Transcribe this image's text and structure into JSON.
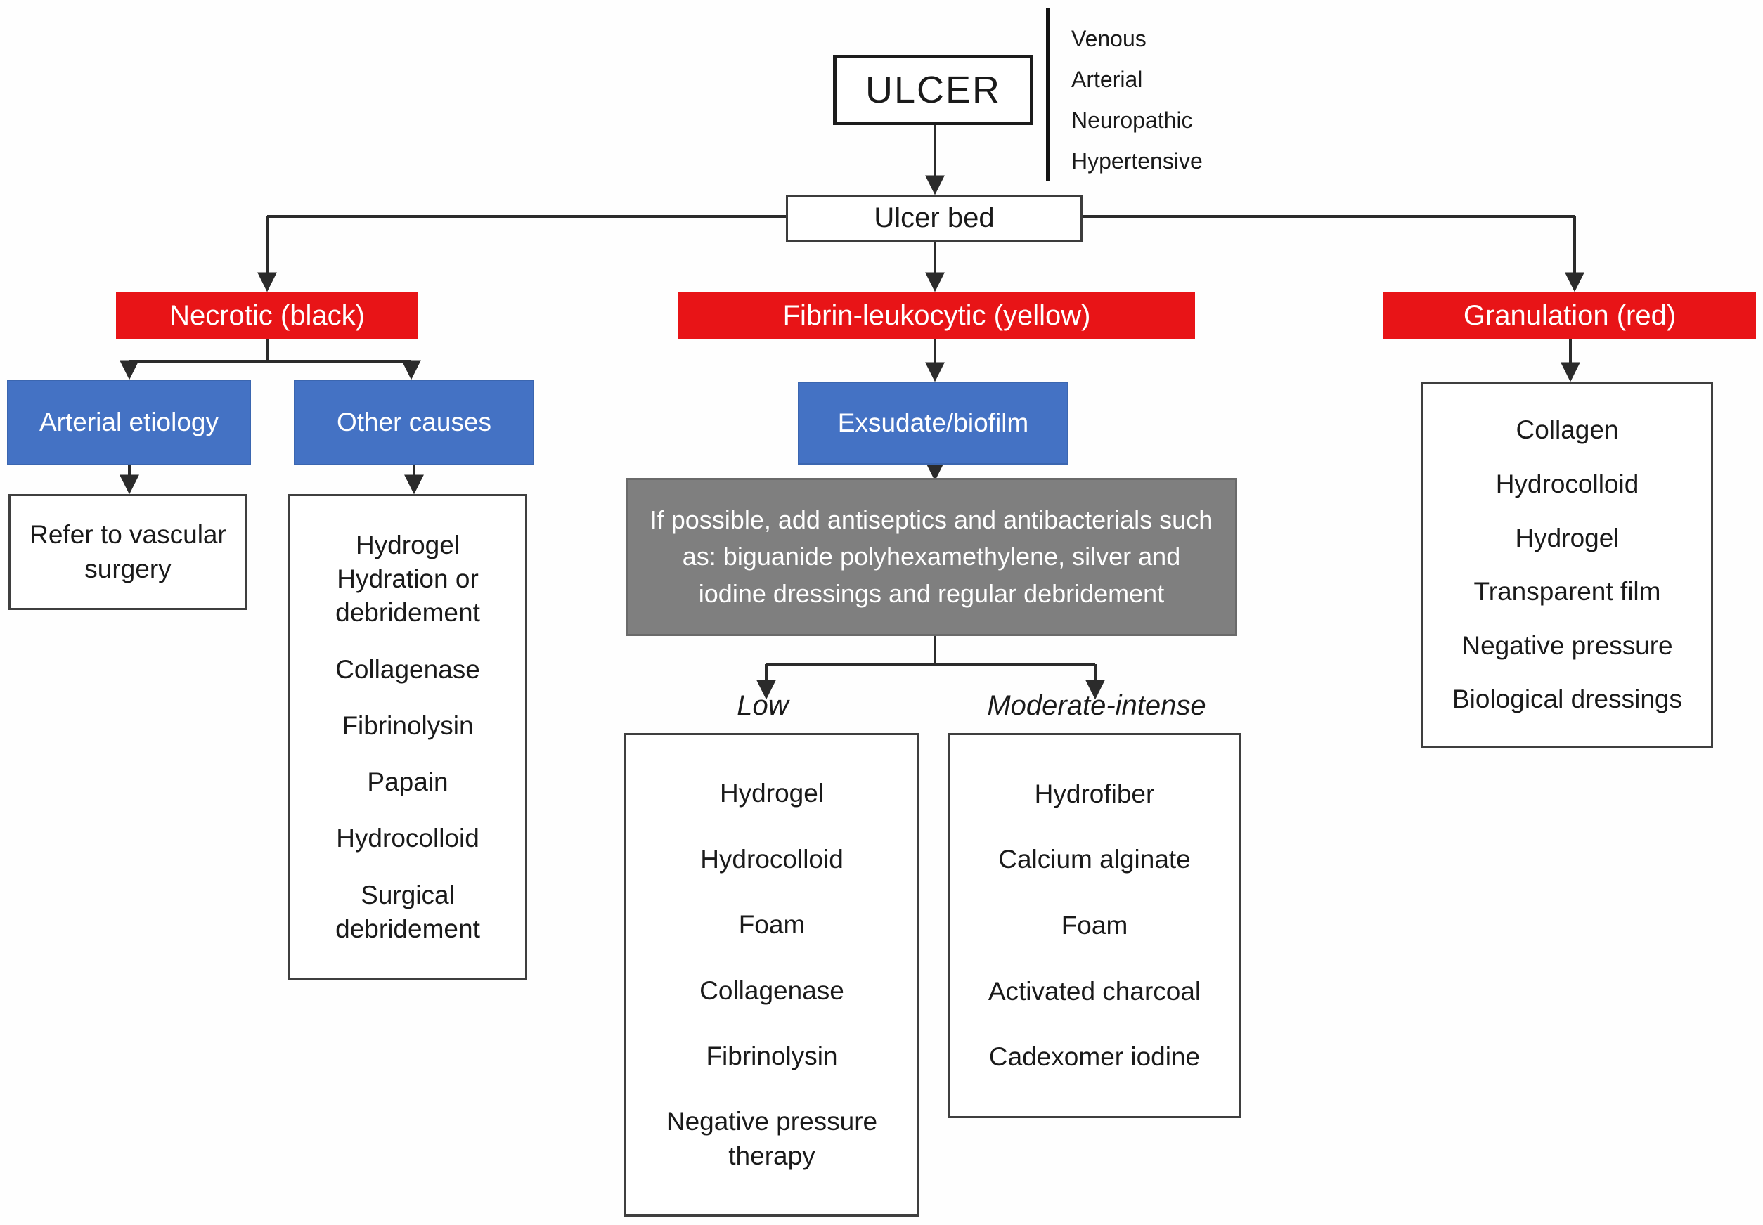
{
  "title_box": {
    "label": "ULCER"
  },
  "ulcer_types": [
    "Venous",
    "Arterial",
    "Neuropathic",
    "Hypertensive"
  ],
  "ulcer_bed": {
    "label": "Ulcer bed"
  },
  "necrotic": {
    "label": "Necrotic (black)",
    "arterial": {
      "label": "Arterial etiology",
      "result": "Refer to vascular surgery"
    },
    "other": {
      "label": "Other causes",
      "items": [
        "Hydrogel Hydration or debridement",
        "Collagenase",
        "Fibrinolysin",
        "Papain",
        "Hydrocolloid",
        "Surgical debridement"
      ]
    }
  },
  "fibrin": {
    "label": "Fibrin-leukocytic (yellow)",
    "exsudate_label": "Exsudate/biofilm",
    "note": "If possible, add antiseptics and antibacterials such as: biguanide polyhexamethylene, silver and iodine dressings and regular debridement",
    "low": {
      "label": "Low",
      "items": [
        "Hydrogel",
        "Hydrocolloid",
        "Foam",
        "Collagenase",
        "Fibrinolysin",
        "Negative pressure therapy"
      ]
    },
    "moderate": {
      "label": "Moderate-intense",
      "items": [
        "Hydrofiber",
        "Calcium alginate",
        "Foam",
        "Activated charcoal",
        "Cadexomer iodine"
      ]
    }
  },
  "granulation": {
    "label": "Granulation (red)",
    "items": [
      "Collagen",
      "Hydrocolloid",
      "Hydrogel",
      "Transparent film",
      "Negative pressure",
      "Biological dressings"
    ]
  },
  "colors": {
    "category_red": "#e81417",
    "node_blue": "#4472c4",
    "note_gray": "#7f7f7f",
    "line": "#2b2b2b"
  }
}
